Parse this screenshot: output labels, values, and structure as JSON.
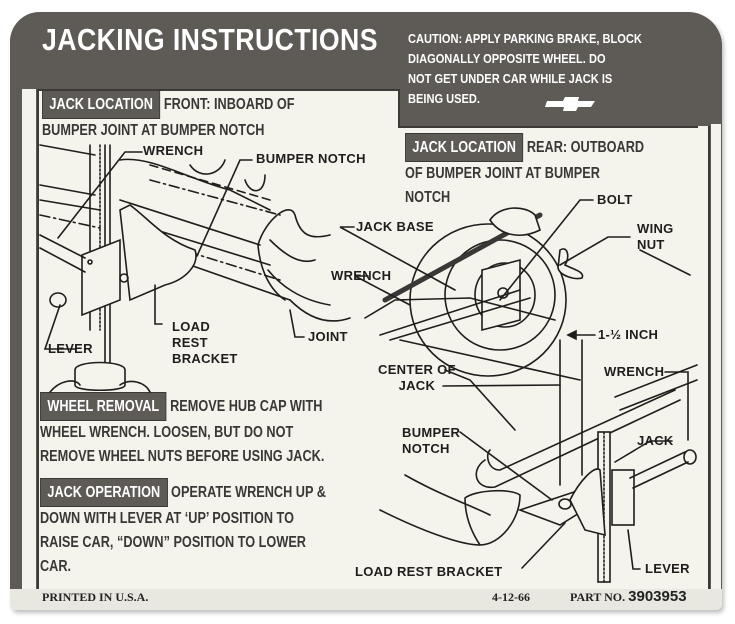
{
  "header": {
    "title": "JACKING INSTRUCTIONS",
    "caution_lines": [
      "CAUTION: APPLY PARKING BRAKE, BLOCK",
      "DIAGONALLY OPPOSITE WHEEL. DO",
      "NOT GET UNDER CAR WHILE JACK IS",
      "BEING USED."
    ],
    "logo_icon": "chevrolet-bowtie-icon"
  },
  "sections": {
    "front": {
      "tag": "JACK LOCATION",
      "lines": [
        "FRONT: INBOARD OF",
        "BUMPER JOINT AT BUMPER NOTCH"
      ]
    },
    "rear": {
      "tag": "JACK LOCATION",
      "lines": [
        "REAR: OUTBOARD",
        "OF BUMPER JOINT AT BUMPER",
        "NOTCH"
      ]
    },
    "wheel_removal": {
      "tag": "WHEEL REMOVAL",
      "lines": [
        "REMOVE HUB CAP WITH",
        "WHEEL WRENCH. LOOSEN, BUT DO NOT",
        "REMOVE WHEEL NUTS BEFORE USING JACK."
      ]
    },
    "jack_operation": {
      "tag": "JACK OPERATION",
      "lines": [
        "OPERATE WRENCH UP &",
        "DOWN WITH LEVER AT ‘UP’ POSITION TO",
        "RAISE CAR, “DOWN” POSITION TO LOWER",
        "CAR."
      ]
    }
  },
  "callouts": {
    "front_wrench": "WRENCH",
    "front_bumper_notch": "BUMPER NOTCH",
    "front_lever": "LEVER",
    "front_load_rest_bracket": [
      "LOAD",
      "REST",
      "BRACKET"
    ],
    "joint": "JOINT",
    "jack_base": "JACK BASE",
    "rear_wrench": "WRENCH",
    "bolt": "BOLT",
    "wing_nut": [
      "WING",
      "NUT"
    ],
    "inch": "1-½ INCH",
    "center_of_jack": [
      "CENTER OF",
      "JACK"
    ],
    "bumper_wrench": "WRENCH",
    "jack": "JACK",
    "bumper_notch": [
      "BUMPER",
      "NOTCH"
    ],
    "load_rest_bracket": "LOAD REST BRACKET",
    "lever": "LEVER"
  },
  "footer": {
    "printed": "PRINTED IN U.S.A.",
    "date": "4-12-66",
    "part_label": "PART NO.",
    "part_number": "3903953"
  },
  "colors": {
    "band": "#5e5a56",
    "paper": "#f4f3ec",
    "ink": "#3a3836"
  }
}
